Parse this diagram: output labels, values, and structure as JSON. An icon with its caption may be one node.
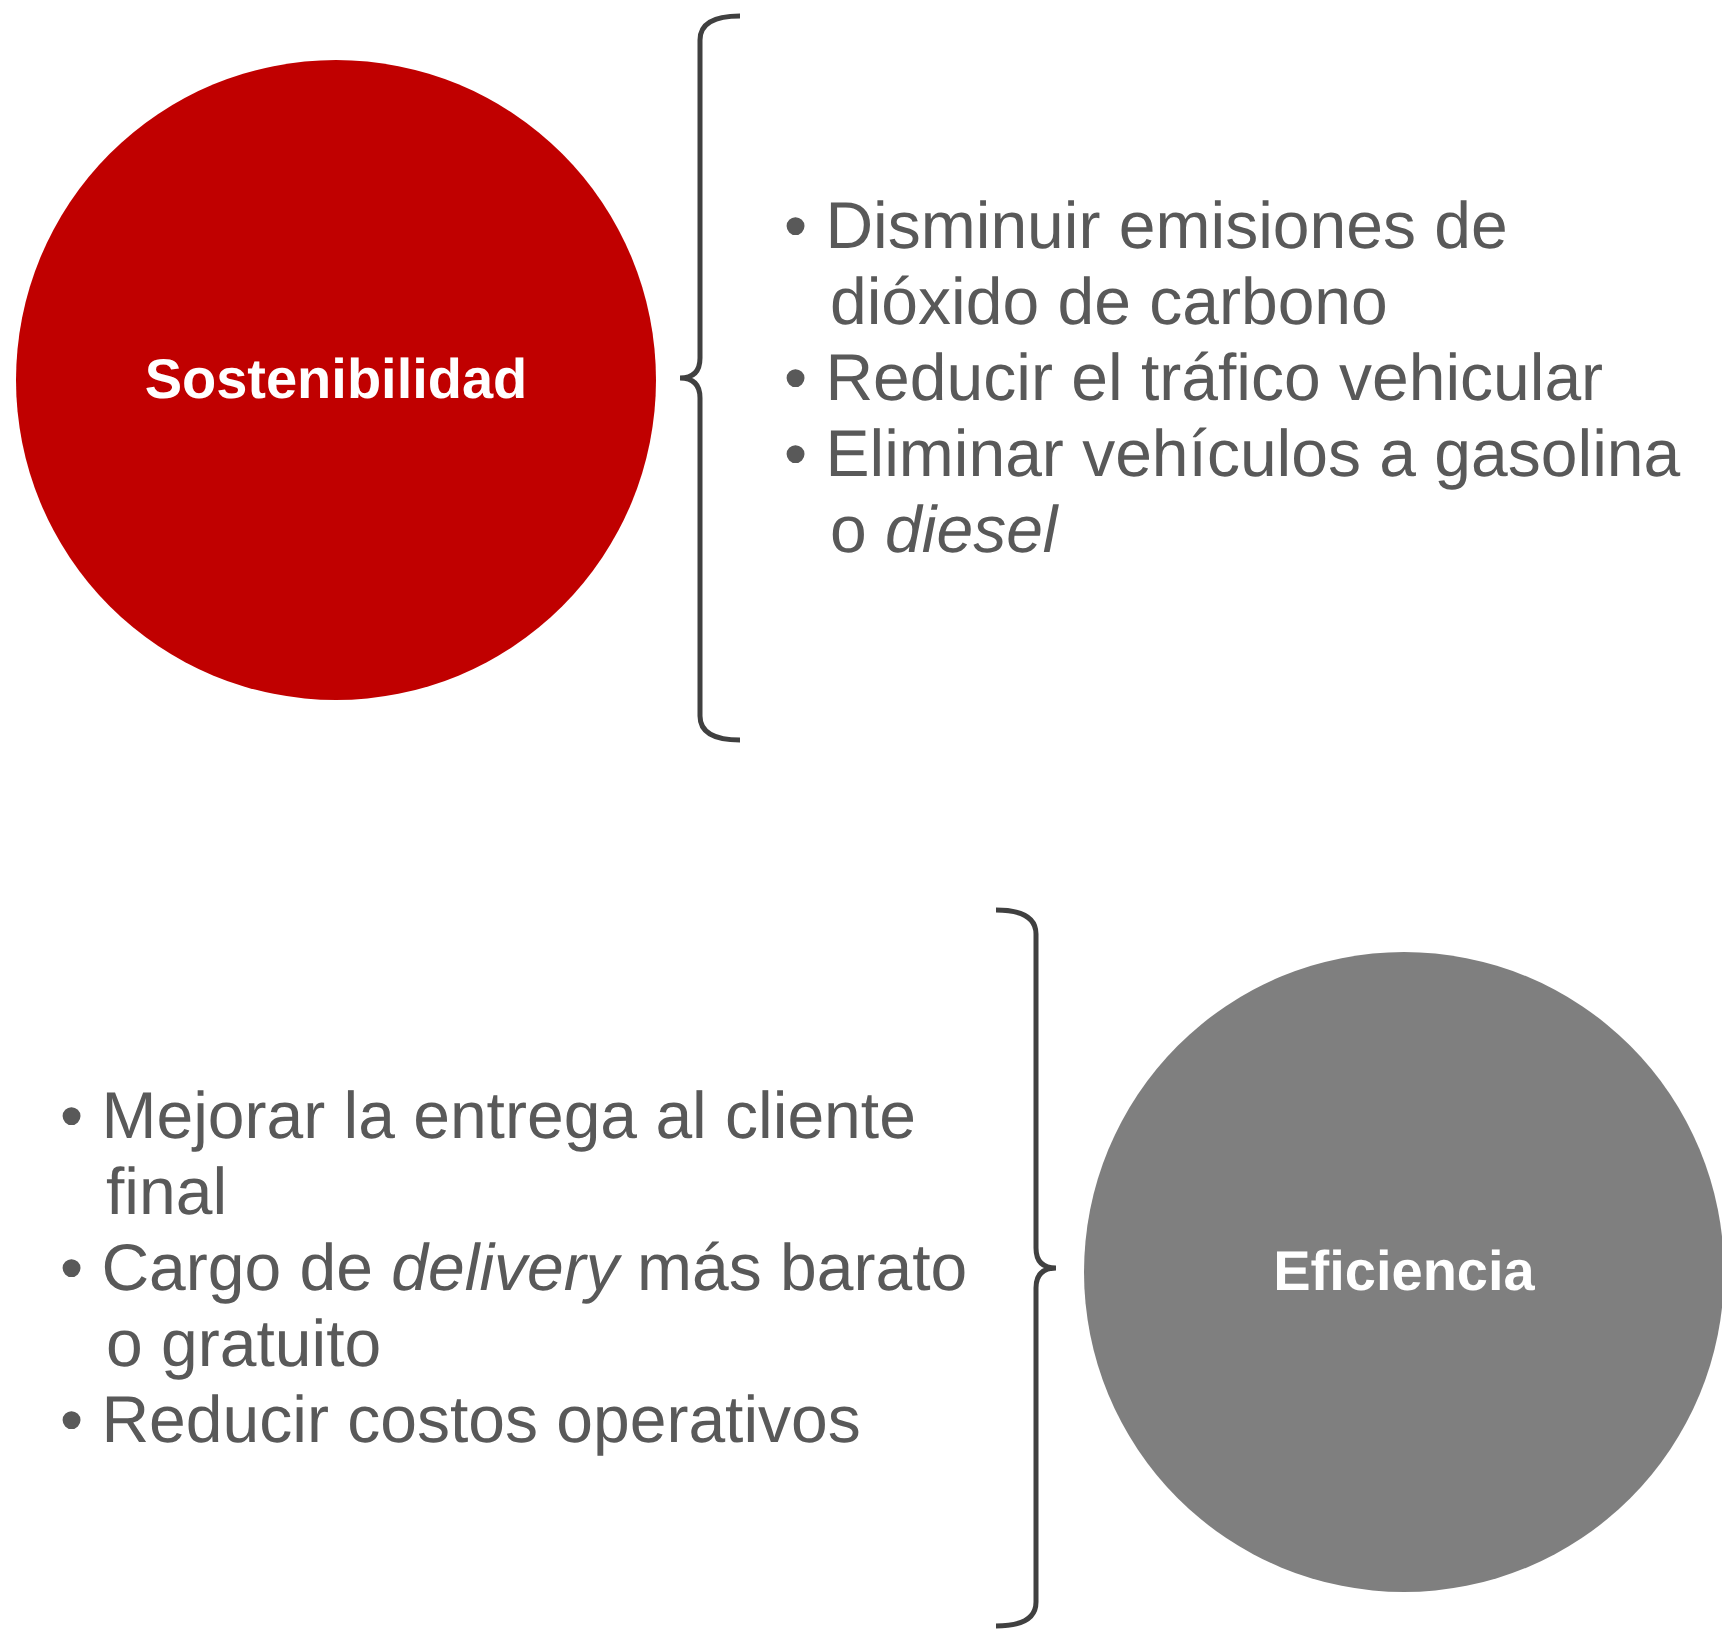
{
  "diagram": {
    "nodes": [
      {
        "text": [
          "Sostenibilidad"
        ],
        "beside": [
          "• Disminuir emisiones de dióxido de carbono",
          "• Reducir el tráfico vehicular",
          "• Eliminar vehículos a gasolina o *diesel*"
        ]
      },
      {
        "text": [
          "Eficiencia"
        ],
        "beside": [
          "• Mejorar la entrega al cliente final",
          "• Cargo de *delivery* más barato o gratuito",
          "• Reducir costos operativos"
        ]
      }
    ]
  }
}
